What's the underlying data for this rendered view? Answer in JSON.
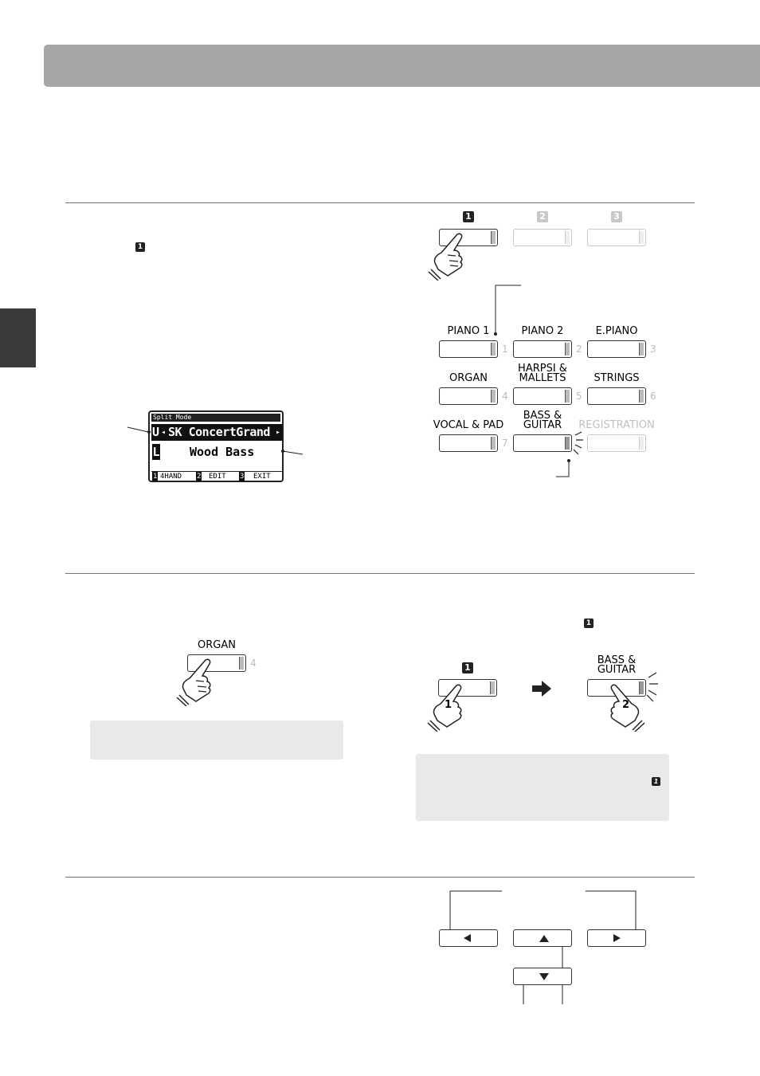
{
  "colors": {
    "header": "#a6a6a6",
    "side_tab": "#3a3a3a",
    "info_box": "#e9e9e9"
  },
  "function_buttons": [
    {
      "number": "1",
      "active": true
    },
    {
      "number": "2",
      "active": false
    },
    {
      "number": "3",
      "active": false
    }
  ],
  "sound_buttons": [
    {
      "label": "PIANO 1",
      "index": "1"
    },
    {
      "label": "PIANO 2",
      "index": "2"
    },
    {
      "label": "E.PIANO",
      "index": "3"
    },
    {
      "label": "ORGAN",
      "index": "4"
    },
    {
      "label": "HARPSI &",
      "label2": "MALLETS",
      "index": "5"
    },
    {
      "label": "STRINGS",
      "index": "6"
    },
    {
      "label": "VOCAL & PAD",
      "index": "7"
    },
    {
      "label": "BASS &",
      "label2": "GUITAR",
      "index": ""
    },
    {
      "label": "REGISTRATION",
      "index": ""
    }
  ],
  "inline_badge": "1",
  "lcd": {
    "title": "Split Mode",
    "upper_tag": "U",
    "upper_sound": "SK ConcertGrand",
    "lower_tag": "L",
    "lower_sound": "Wood Bass",
    "footer": [
      {
        "num": "1",
        "label": "4HAND"
      },
      {
        "num": "2",
        "label": "EDIT"
      },
      {
        "num": "3",
        "label": "EXIT"
      }
    ]
  },
  "step2": {
    "organ_label": "ORGAN",
    "organ_index": "4",
    "badge_right": "1",
    "btn1_badge": "1",
    "bass_label": "BASS &",
    "bass_label2": "GUITAR",
    "finger1": "1",
    "finger2": "2",
    "box_badge": "1"
  }
}
